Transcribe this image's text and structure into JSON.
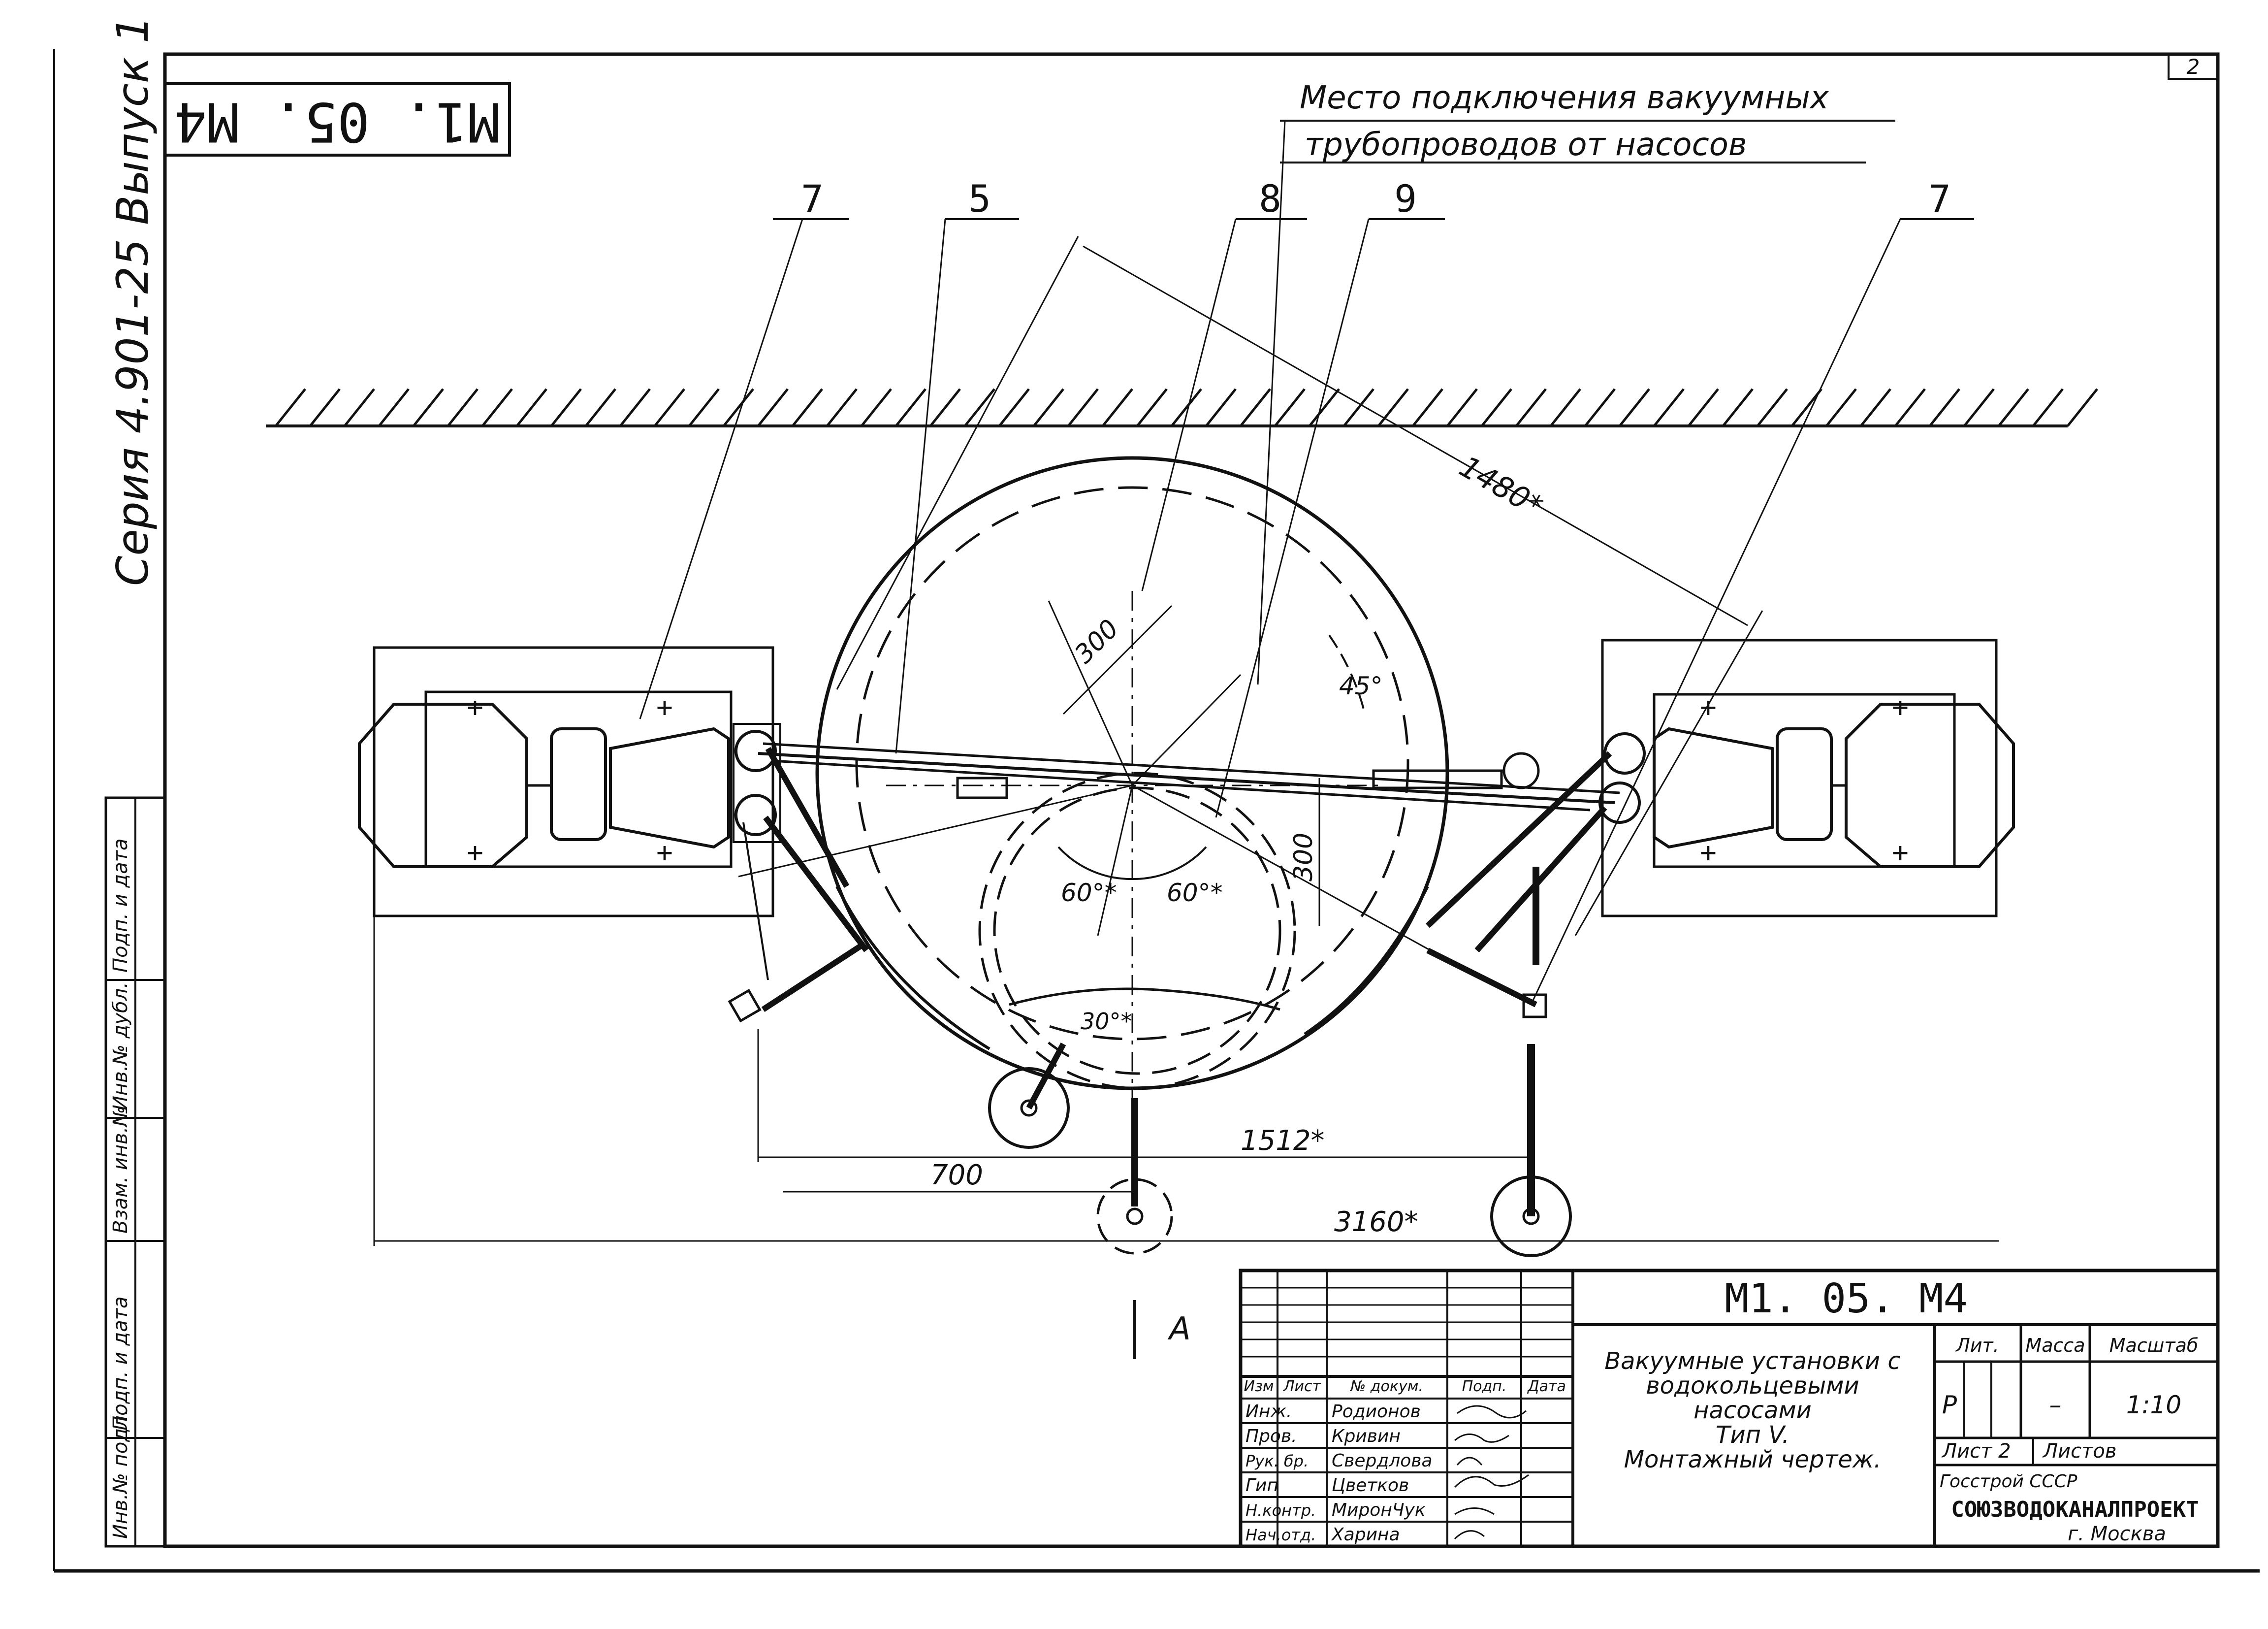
{
  "sheet": {
    "sheet_number_corner": "2",
    "series_label": "Серия 4.901-25 Выпуск 1",
    "code_rotated": "М1. 05. М4"
  },
  "drawing": {
    "callout_note_line1": "Место подключения вакуумных",
    "callout_note_line2": "трубопроводов от насосов",
    "positions": [
      "7",
      "5",
      "8",
      "9",
      "7"
    ],
    "dimensions": {
      "d1480": "1480*",
      "d300a": "300",
      "d300b": "300",
      "a45": "45°",
      "a60l": "60°*",
      "a60r": "60°*",
      "a30": "30°*",
      "d1512": "1512*",
      "d700": "700",
      "d3160": "3160*"
    },
    "view_marker": "А"
  },
  "side_strip": [
    "Инв.№ подл.",
    "Подп. и дата",
    "Взам. инв.№",
    "Инв.№ дубл.",
    "Подп. и дата"
  ],
  "title_block": {
    "doc_code": "М1. 05. М4",
    "title_lines": [
      "Вакуумные установки с",
      "водокольцевыми",
      "насосами",
      "Тип V.",
      "Монтажный чертеж."
    ],
    "header_cols": [
      "Изм",
      "Лист",
      "№ докум.",
      "Подп.",
      "Дата"
    ],
    "roles": [
      {
        "role": "Инж.",
        "name": "Родионов"
      },
      {
        "role": "Пров.",
        "name": "Кривин"
      },
      {
        "role": "Рук. бр.",
        "name": "Свердлова"
      },
      {
        "role": "Гип",
        "name": "Цветков"
      },
      {
        "role": "Н.контр.",
        "name": "МиронЧук"
      },
      {
        "role": "Нач.отд.",
        "name": "Харина"
      }
    ],
    "lit_label": "Лит.",
    "mass_label": "Масса",
    "scale_label": "Масштаб",
    "lit_value": "Р",
    "mass_value": "–",
    "scale_value": "1:10",
    "sheet_label": "Лист 2",
    "sheets_label": "Листов",
    "org_line1": "Госстрой СССР",
    "org_name": "СОЮЗВОДОКАНАЛПРОЕКТ",
    "org_city": "г. Москва"
  }
}
